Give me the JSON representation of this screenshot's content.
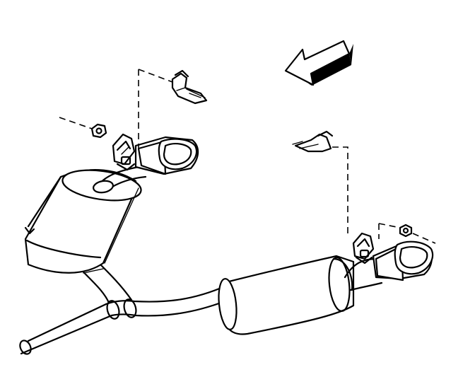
{
  "diagram": {
    "parts": [
      {
        "id": "left-muffler",
        "icon": "muffler-icon"
      },
      {
        "id": "right-muffler",
        "icon": "muffler-icon"
      },
      {
        "id": "left-tailpipe",
        "icon": "tailpipe-icon"
      },
      {
        "id": "right-tailpipe",
        "icon": "tailpipe-icon"
      },
      {
        "id": "left-hanger-bracket",
        "icon": "bracket-icon"
      },
      {
        "id": "right-hanger-bracket",
        "icon": "bracket-icon"
      },
      {
        "id": "left-nut",
        "icon": "nut-icon"
      },
      {
        "id": "right-nut",
        "icon": "nut-icon"
      },
      {
        "id": "y-pipe",
        "icon": "pipe-icon"
      }
    ],
    "front_arrow": {
      "icon": "direction-arrow-icon"
    },
    "line_color": "#000000",
    "background_color": "#ffffff"
  }
}
